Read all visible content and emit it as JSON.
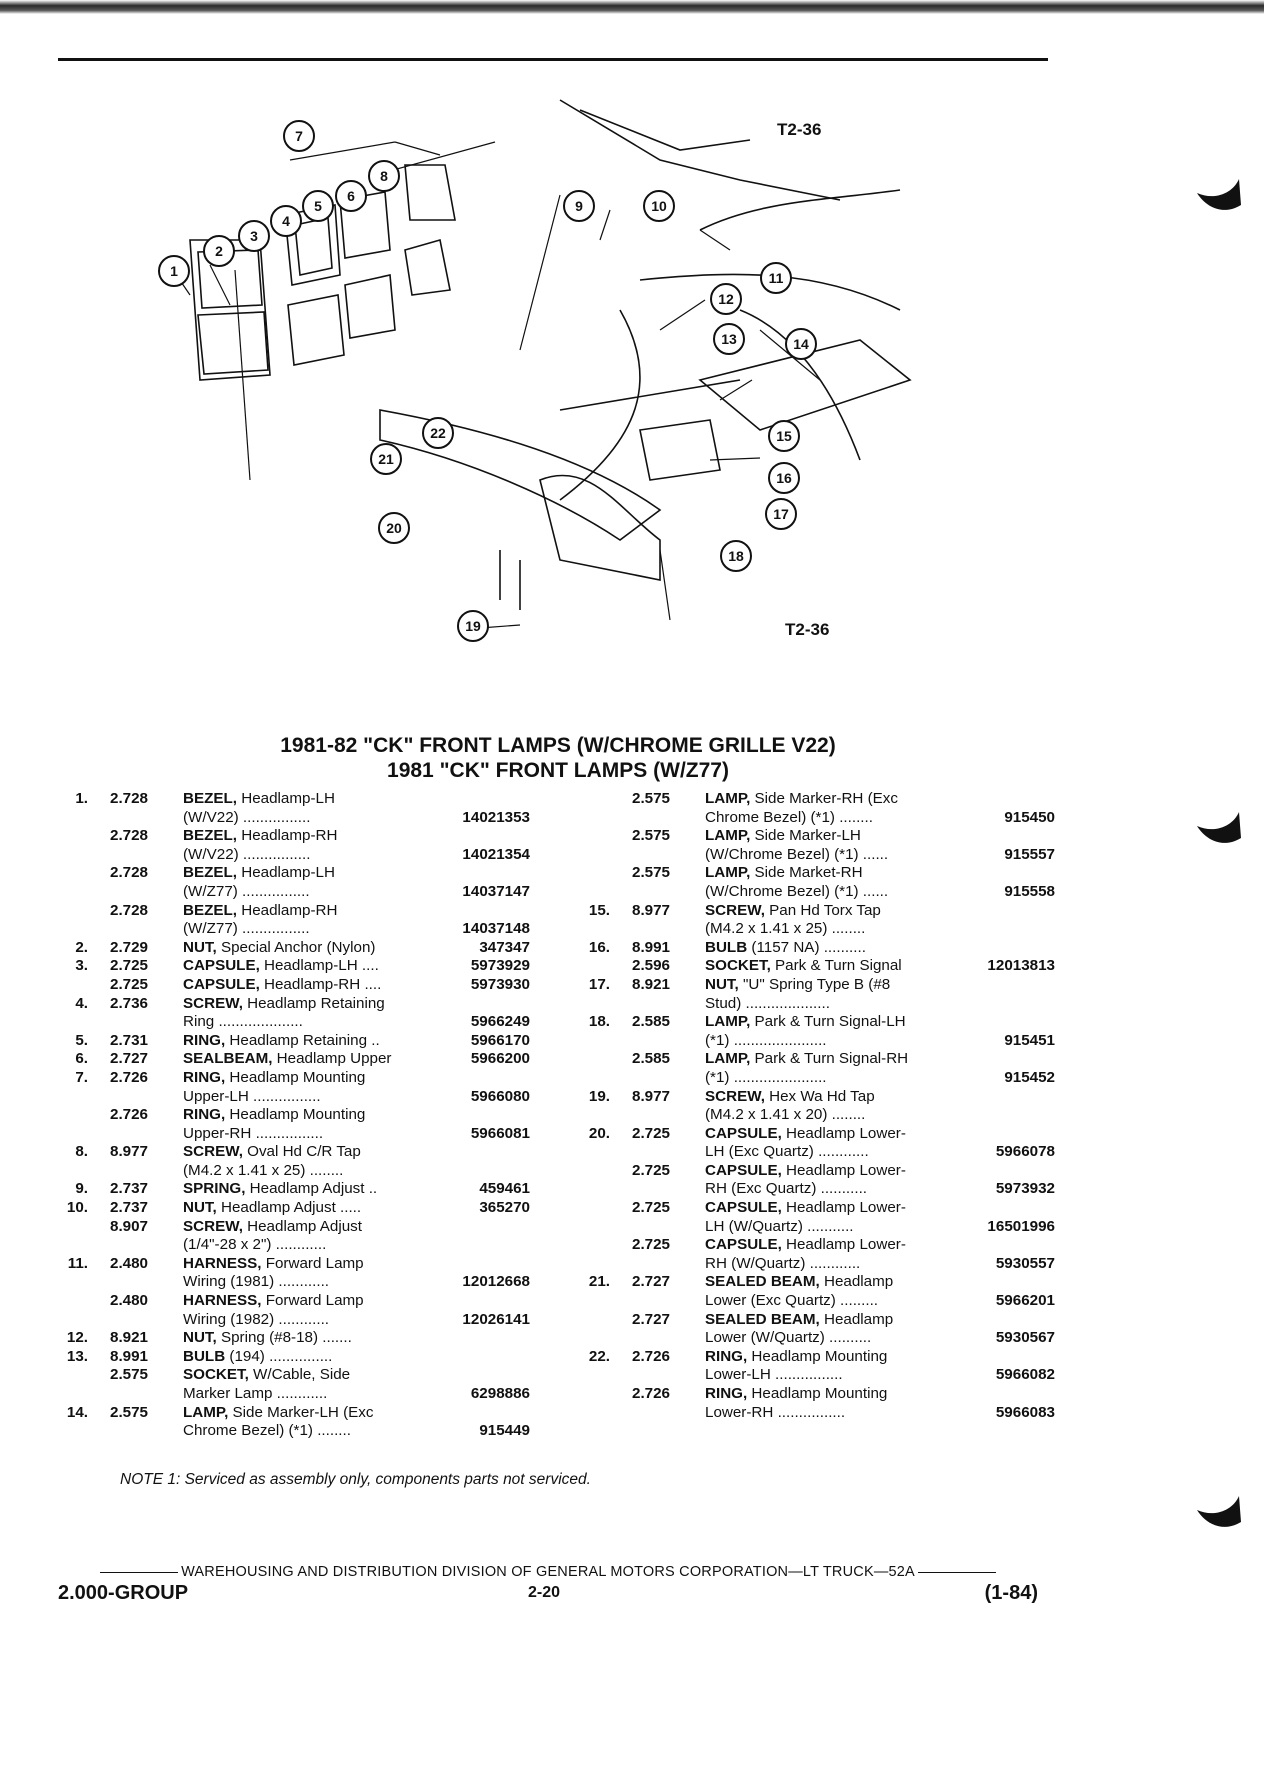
{
  "figure": {
    "code_top": "T2-36",
    "code_bottom": "T2-36",
    "callouts": [
      "1",
      "2",
      "3",
      "4",
      "5",
      "6",
      "7",
      "8",
      "9",
      "10",
      "11",
      "12",
      "13",
      "14",
      "15",
      "16",
      "17",
      "18",
      "19",
      "20",
      "21",
      "22"
    ]
  },
  "title_line1": "1981-82 \"CK\" FRONT LAMPS (W/CHROME GRILLE V22)",
  "title_line2": "1981 \"CK\" FRONT LAMPS (W/Z77)",
  "parts_left": [
    {
      "num": "1.",
      "grp": "2.728",
      "lines": [
        {
          "t": "BEZEL,",
          "r": " Headlamp-LH"
        },
        {
          "t": "",
          "r": "(W/V22) ................",
          "pn": "14021353"
        }
      ]
    },
    {
      "num": "",
      "grp": "2.728",
      "lines": [
        {
          "t": "BEZEL,",
          "r": " Headlamp-RH"
        },
        {
          "t": "",
          "r": "(W/V22) ................",
          "pn": "14021354"
        }
      ]
    },
    {
      "num": "",
      "grp": "2.728",
      "lines": [
        {
          "t": "BEZEL,",
          "r": " Headlamp-LH"
        },
        {
          "t": "",
          "r": "(W/Z77) ................",
          "pn": "14037147"
        }
      ]
    },
    {
      "num": "",
      "grp": "2.728",
      "lines": [
        {
          "t": "BEZEL,",
          "r": " Headlamp-RH"
        },
        {
          "t": "",
          "r": "(W/Z77) ................",
          "pn": "14037148"
        }
      ]
    },
    {
      "num": "2.",
      "grp": "2.729",
      "lines": [
        {
          "t": "NUT,",
          "r": " Special Anchor (Nylon)",
          "pn": "347347"
        }
      ]
    },
    {
      "num": "3.",
      "grp": "2.725",
      "lines": [
        {
          "t": "CAPSULE,",
          "r": " Headlamp-LH ....",
          "pn": "5973929"
        }
      ]
    },
    {
      "num": "",
      "grp": "2.725",
      "lines": [
        {
          "t": "CAPSULE,",
          "r": " Headlamp-RH ....",
          "pn": "5973930"
        }
      ]
    },
    {
      "num": "4.",
      "grp": "2.736",
      "lines": [
        {
          "t": "SCREW,",
          "r": " Headlamp Retaining"
        },
        {
          "t": "",
          "r": "Ring ....................",
          "pn": "5966249"
        }
      ]
    },
    {
      "num": "5.",
      "grp": "2.731",
      "lines": [
        {
          "t": "RING,",
          "r": " Headlamp Retaining ..",
          "pn": "5966170"
        }
      ]
    },
    {
      "num": "6.",
      "grp": "2.727",
      "lines": [
        {
          "t": "SEALBEAM,",
          "r": " Headlamp Upper",
          "pn": "5966200"
        }
      ]
    },
    {
      "num": "7.",
      "grp": "2.726",
      "lines": [
        {
          "t": "RING,",
          "r": " Headlamp Mounting"
        },
        {
          "t": "",
          "r": "Upper-LH ................",
          "pn": "5966080"
        }
      ]
    },
    {
      "num": "",
      "grp": "2.726",
      "lines": [
        {
          "t": "RING,",
          "r": " Headlamp Mounting"
        },
        {
          "t": "",
          "r": "Upper-RH ................",
          "pn": "5966081"
        }
      ]
    },
    {
      "num": "8.",
      "grp": "8.977",
      "lines": [
        {
          "t": "SCREW,",
          "r": " Oval Hd C/R Tap"
        },
        {
          "t": "",
          "r": "(M4.2 x 1.41 x 25) ........"
        }
      ]
    },
    {
      "num": "9.",
      "grp": "2.737",
      "lines": [
        {
          "t": "SPRING,",
          "r": " Headlamp Adjust ..",
          "pn": "459461"
        }
      ]
    },
    {
      "num": "10.",
      "grp": "2.737",
      "lines": [
        {
          "t": "NUT,",
          "r": " Headlamp Adjust .....",
          "pn": "365270"
        }
      ]
    },
    {
      "num": "",
      "grp": "8.907",
      "lines": [
        {
          "t": "SCREW,",
          "r": " Headlamp Adjust"
        },
        {
          "t": "",
          "r": "(1/4\"-28 x 2\") ............"
        }
      ]
    },
    {
      "num": "11.",
      "grp": "2.480",
      "lines": [
        {
          "t": "HARNESS,",
          "r": " Forward Lamp"
        },
        {
          "t": "",
          "r": "Wiring (1981) ............",
          "pn": "12012668"
        }
      ]
    },
    {
      "num": "",
      "grp": "2.480",
      "lines": [
        {
          "t": "HARNESS,",
          "r": " Forward Lamp"
        },
        {
          "t": "",
          "r": "Wiring (1982) ............",
          "pn": "12026141"
        }
      ]
    },
    {
      "num": "12.",
      "grp": "8.921",
      "lines": [
        {
          "t": "NUT,",
          "r": " Spring (#8-18) ......."
        }
      ]
    },
    {
      "num": "13.",
      "grp": "8.991",
      "lines": [
        {
          "t": "BULB",
          "r": " (194) ..............."
        }
      ]
    },
    {
      "num": "",
      "grp": "2.575",
      "lines": [
        {
          "t": "SOCKET,",
          "r": " W/Cable, Side"
        },
        {
          "t": "",
          "r": "Marker Lamp ............",
          "pn": "6298886"
        }
      ]
    },
    {
      "num": "14.",
      "grp": "2.575",
      "lines": [
        {
          "t": "LAMP,",
          "r": " Side Marker-LH (Exc"
        },
        {
          "t": "",
          "r": "Chrome Bezel) (*1) ........",
          "pn": "915449"
        }
      ]
    }
  ],
  "parts_right": [
    {
      "num": "",
      "grp": "2.575",
      "lines": [
        {
          "t": "LAMP,",
          "r": " Side Marker-RH (Exc"
        },
        {
          "t": "",
          "r": "Chrome Bezel) (*1) ........",
          "pn": "915450"
        }
      ]
    },
    {
      "num": "",
      "grp": "2.575",
      "lines": [
        {
          "t": "LAMP,",
          "r": " Side Marker-LH"
        },
        {
          "t": "",
          "r": "(W/Chrome Bezel) (*1) ......",
          "pn": "915557"
        }
      ]
    },
    {
      "num": "",
      "grp": "2.575",
      "lines": [
        {
          "t": "LAMP,",
          "r": " Side Market-RH"
        },
        {
          "t": "",
          "r": "(W/Chrome Bezel) (*1) ......",
          "pn": "915558"
        }
      ]
    },
    {
      "num": "15.",
      "grp": "8.977",
      "lines": [
        {
          "t": "SCREW,",
          "r": " Pan Hd Torx Tap"
        },
        {
          "t": "",
          "r": "(M4.2 x 1.41 x 25) ........"
        }
      ]
    },
    {
      "num": "16.",
      "grp": "8.991",
      "lines": [
        {
          "t": "BULB",
          "r": " (1157 NA) .........."
        }
      ]
    },
    {
      "num": "",
      "grp": "2.596",
      "lines": [
        {
          "t": "SOCKET,",
          "r": " Park & Turn Signal",
          "pn": "12013813"
        }
      ]
    },
    {
      "num": "17.",
      "grp": "8.921",
      "lines": [
        {
          "t": "NUT,",
          "r": " \"U\" Spring Type B (#8"
        },
        {
          "t": "",
          "r": "Stud) ...................."
        }
      ]
    },
    {
      "num": "18.",
      "grp": "2.585",
      "lines": [
        {
          "t": "LAMP,",
          "r": " Park & Turn Signal-LH"
        },
        {
          "t": "",
          "r": "(*1) ......................",
          "pn": "915451"
        }
      ]
    },
    {
      "num": "",
      "grp": "2.585",
      "lines": [
        {
          "t": "LAMP,",
          "r": " Park & Turn Signal-RH"
        },
        {
          "t": "",
          "r": "(*1) ......................",
          "pn": "915452"
        }
      ]
    },
    {
      "num": "19.",
      "grp": "8.977",
      "lines": [
        {
          "t": "SCREW,",
          "r": " Hex Wa Hd Tap"
        },
        {
          "t": "",
          "r": "(M4.2 x 1.41 x 20) ........"
        }
      ]
    },
    {
      "num": "20.",
      "grp": "2.725",
      "lines": [
        {
          "t": "CAPSULE,",
          "r": " Headlamp Lower-"
        },
        {
          "t": "",
          "r": "LH (Exc Quartz) ............",
          "pn": "5966078"
        }
      ]
    },
    {
      "num": "",
      "grp": "2.725",
      "lines": [
        {
          "t": "CAPSULE,",
          "r": " Headlamp Lower-"
        },
        {
          "t": "",
          "r": "RH (Exc Quartz) ...........",
          "pn": "5973932"
        }
      ]
    },
    {
      "num": "",
      "grp": "2.725",
      "lines": [
        {
          "t": "CAPSULE,",
          "r": " Headlamp Lower-"
        },
        {
          "t": "",
          "r": "LH (W/Quartz) ...........",
          "pn": "16501996"
        }
      ]
    },
    {
      "num": "",
      "grp": "2.725",
      "lines": [
        {
          "t": "CAPSULE,",
          "r": " Headlamp Lower-"
        },
        {
          "t": "",
          "r": "RH (W/Quartz) ............",
          "pn": "5930557"
        }
      ]
    },
    {
      "num": "21.",
      "grp": "2.727",
      "lines": [
        {
          "t": "SEALED BEAM,",
          "r": " Headlamp"
        },
        {
          "t": "",
          "r": "Lower (Exc Quartz) .........",
          "pn": "5966201"
        }
      ]
    },
    {
      "num": "",
      "grp": "2.727",
      "lines": [
        {
          "t": "SEALED BEAM,",
          "r": " Headlamp"
        },
        {
          "t": "",
          "r": "Lower (W/Quartz) ..........",
          "pn": "5930567"
        }
      ]
    },
    {
      "num": "22.",
      "grp": "2.726",
      "lines": [
        {
          "t": "RING,",
          "r": " Headlamp Mounting"
        },
        {
          "t": "",
          "r": "Lower-LH ................",
          "pn": "5966082"
        }
      ]
    },
    {
      "num": "",
      "grp": "2.726",
      "lines": [
        {
          "t": "RING,",
          "r": " Headlamp Mounting"
        },
        {
          "t": "",
          "r": "Lower-RH ................",
          "pn": "5966083"
        }
      ]
    }
  ],
  "note": "NOTE 1: Serviced as assembly only, components parts not serviced.",
  "footer": {
    "line": "WAREHOUSING AND DISTRIBUTION DIVISION OF GENERAL MOTORS CORPORATION—LT TRUCK—52A",
    "group": "2.000-GROUP",
    "page": "2-20",
    "date": "(1-84)"
  }
}
